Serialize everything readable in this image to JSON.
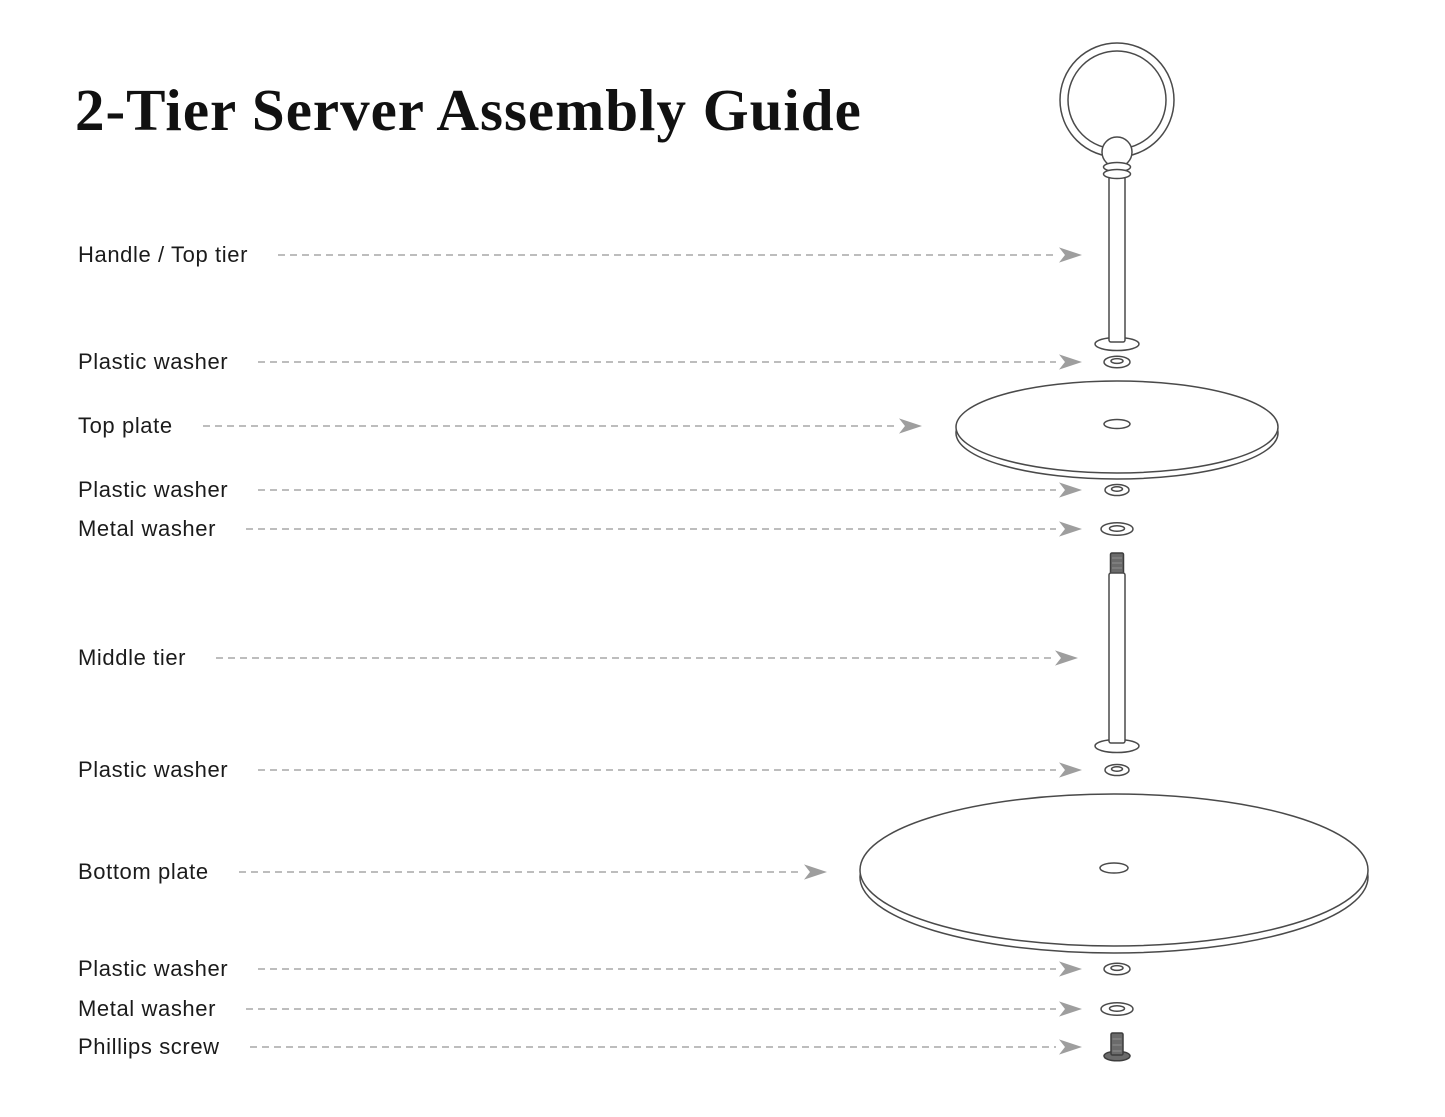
{
  "title": "2-Tier Server Assembly Guide",
  "labels": [
    {
      "text": "Handle / Top tier"
    },
    {
      "text": "Plastic washer"
    },
    {
      "text": "Top plate"
    },
    {
      "text": "Plastic washer"
    },
    {
      "text": "Metal washer"
    },
    {
      "text": "Middle tier"
    },
    {
      "text": "Plastic washer"
    },
    {
      "text": "Bottom plate"
    },
    {
      "text": "Plastic washer"
    },
    {
      "text": "Metal washer"
    },
    {
      "text": "Phillips screw"
    }
  ],
  "colors": {
    "line_stroke": "#4a4a4a",
    "label_text": "#1b1b1b",
    "dash_line": "#bdbdbd",
    "arrowhead": "#9e9e9e",
    "metal_fill": "#6b6b6b",
    "background": "#ffffff"
  }
}
